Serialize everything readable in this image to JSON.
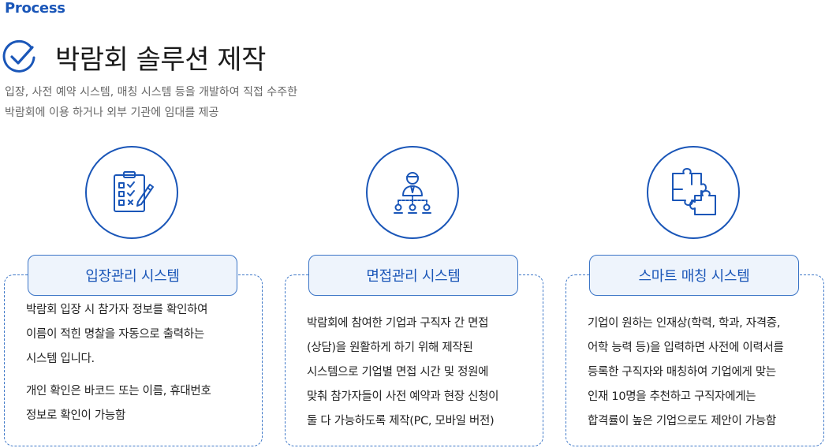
{
  "header": {
    "eyebrow": "Process",
    "title": "박람회 솔루션 제작",
    "description": [
      "입장, 사전 예약 시스템, 매칭 시스템 등을 개발하여 직접 수주한",
      "박람회에 이용 하거나 외부 기관에 임대를 제공"
    ]
  },
  "cards": [
    {
      "icon": "clipboard-checklist-icon",
      "label": "입장관리 시스템",
      "paragraphs": [
        [
          "박람회 입장 시 참가자 정보를 확인하여",
          "이름이 적힌 명찰을 자동으로 출력하는",
          "시스템 입니다."
        ],
        [
          "개인 확인은 바코드 또는 이름, 휴대번호",
          "정보로 확인이 가능함"
        ]
      ]
    },
    {
      "icon": "person-network-icon",
      "label": "면접관리 시스템",
      "paragraphs": [
        [
          "박람회에 참여한 기업과 구직자 간 면접",
          "(상담)을 원활하게 하기 위해 제작된",
          "시스템으로 기업별 면접 시간 및 정원에",
          "맞춰 참가자들이 사전 예약과 현장 신청이",
          "둘 다 가능하도록 제작(PC, 모바일 버전)"
        ]
      ]
    },
    {
      "icon": "puzzle-icon",
      "label": "스마트 매칭 시스템",
      "paragraphs": [
        [
          "기업이 원하는 인재상(학력, 학과, 자격증,",
          "어학 능력 등)을 입력하면 사전에 이력서를",
          "등록한 구직자와 매칭하여 기업에게 맞는",
          "인재 10명을 추천하고 구직자에게는",
          "합격률이 높은 기업으로도 제안이 가능함"
        ]
      ]
    }
  ],
  "colors": {
    "accent": "#1a56b8",
    "pill_bg": "#eef4fc",
    "dash": "#3f78c8"
  }
}
